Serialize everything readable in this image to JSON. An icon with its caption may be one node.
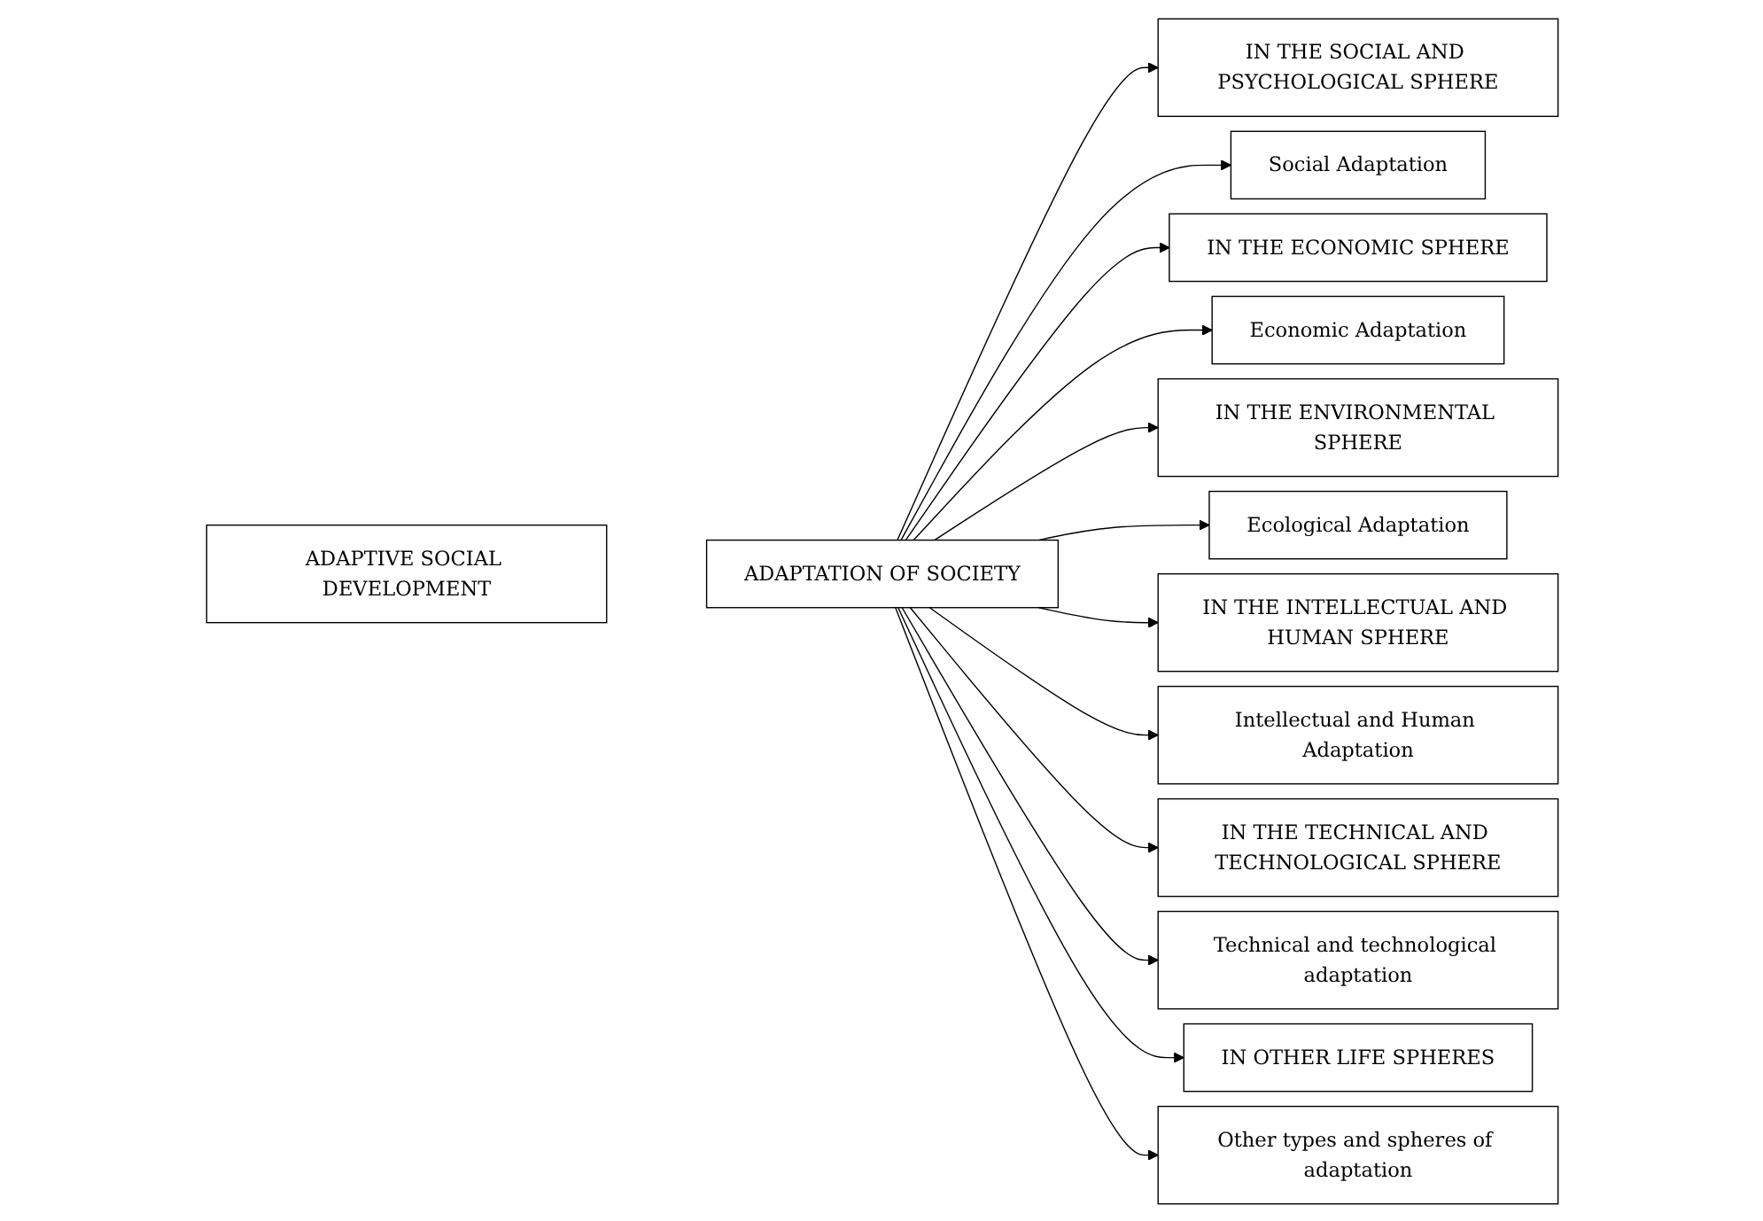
{
  "diagram": {
    "nodes": [
      {
        "text": [
          "ADAPTIVE SOCIAL DEVELOPMENT"
        ]
      },
      {
        "text": [
          "ADAPTATION OF SOCIETY"
        ]
      },
      {
        "text": [
          "IN THE SOCIAL AND PSYCHOLOGICAL SPHERE"
        ]
      },
      {
        "text": [
          "IN THE ECONOMIC SPHERE"
        ]
      },
      {
        "text": [
          "Social Adaptation"
        ]
      },
      {
        "text": [
          "Economic Adaptation"
        ]
      },
      {
        "text": [
          "IN THE ENVIRONMENTAL SPHERE"
        ]
      },
      {
        "text": [
          "IN THE INTELLECTUAL AND HUMAN SPHERE"
        ]
      },
      {
        "text": [
          "Ecological Adaptation"
        ]
      },
      {
        "text": [
          "Intellectual and Human Adaptation"
        ]
      },
      {
        "text": [
          "IN THE TECHNICAL AND TECHNOLOGICAL SPHERE"
        ]
      },
      {
        "text": [
          "IN OTHER LIFE SPHERES"
        ]
      },
      {
        "text": [
          "Technical and technological adaptation"
        ]
      },
      {
        "text": [
          "Other types and spheres of adaptation"
        ]
      }
    ],
    "edges": [
      {
        "from": 1,
        "to": 2,
        "arrow": "to"
      },
      {
        "from": 1,
        "to": 4,
        "arrow": "to"
      },
      {
        "from": 1,
        "to": 3,
        "arrow": "to"
      },
      {
        "from": 1,
        "to": 5,
        "arrow": "to"
      },
      {
        "from": 1,
        "to": 6,
        "arrow": "to"
      },
      {
        "from": 1,
        "to": 8,
        "arrow": "to"
      },
      {
        "from": 1,
        "to": 7,
        "arrow": "to"
      },
      {
        "from": 1,
        "to": 9,
        "arrow": "to"
      },
      {
        "from": 1,
        "to": 10,
        "arrow": "to"
      },
      {
        "from": 1,
        "to": 12,
        "arrow": "to"
      },
      {
        "from": 1,
        "to": 11,
        "arrow": "to"
      },
      {
        "from": 1,
        "to": 13,
        "arrow": "to"
      }
    ]
  }
}
